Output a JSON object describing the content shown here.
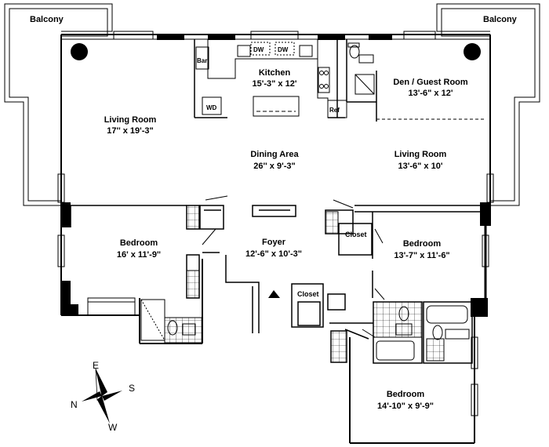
{
  "plan": {
    "balconies": [
      "Balcony",
      "Balcony"
    ],
    "rooms": {
      "living_room_left": {
        "name": "Living Room",
        "dims": "17'' x 19'-3\""
      },
      "kitchen": {
        "name": "Kitchen",
        "dims": "15'-3\" x 12'"
      },
      "den": {
        "name": "Den / Guest Room",
        "dims": "13'-6\" x 12'"
      },
      "dining": {
        "name": "Dining Area",
        "dims": "26'' x 9'-3\""
      },
      "living_room_right": {
        "name": "Living Room",
        "dims": "13'-6\" x 10'"
      },
      "bedroom_left": {
        "name": "Bedroom",
        "dims": "16' x 11'-9\""
      },
      "foyer": {
        "name": "Foyer",
        "dims": "12'-6\" x 10'-3\""
      },
      "bedroom_right": {
        "name": "Bedroom",
        "dims": "13'-7\" x 11'-6\""
      },
      "bedroom_bottom": {
        "name": "Bedroom",
        "dims": "14'-10\" x 9'-9\""
      }
    },
    "closets": [
      "Closet",
      "Closet"
    ],
    "appliances": {
      "bar": "Bar",
      "dw1": "DW",
      "dw2": "DW",
      "wd": "WD",
      "ref": "Ref"
    },
    "compass": {
      "north": "N",
      "south": "S",
      "east": "E",
      "west": "W"
    }
  }
}
